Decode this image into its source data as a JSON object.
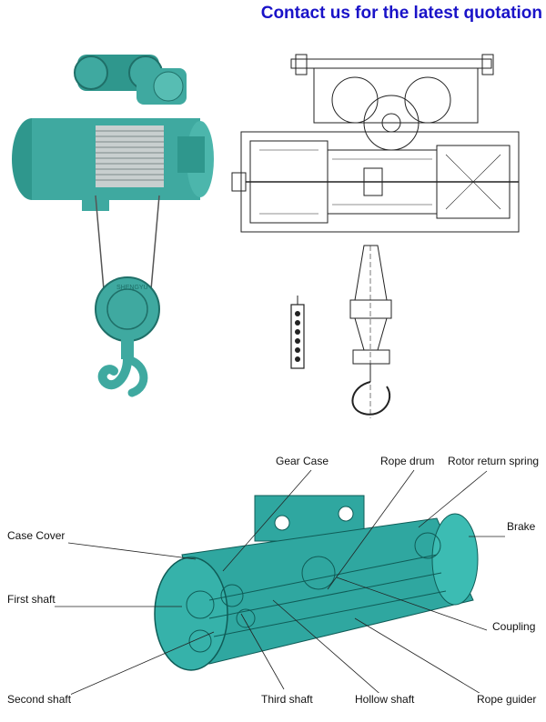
{
  "header": {
    "contact_text": "Contact us for the latest quotation",
    "color": "#1a13c8"
  },
  "photo": {
    "block_brand": "SHENGYU",
    "accent_color": "#3fa9a0"
  },
  "cutaway": {
    "color": "#2fa7a0",
    "labels": {
      "gear_case": "Gear Case",
      "rope_drum": "Rope drum",
      "rotor_return_spring": "Rotor return spring",
      "case_cover": "Case Cover",
      "brake": "Brake",
      "first_shaft": "First shaft",
      "coupling": "Coupling",
      "second_shaft": "Second shaft",
      "third_shaft": "Third shaft",
      "hollow_shaft": "Hollow shaft",
      "rope_guider": "Rope guider"
    }
  }
}
